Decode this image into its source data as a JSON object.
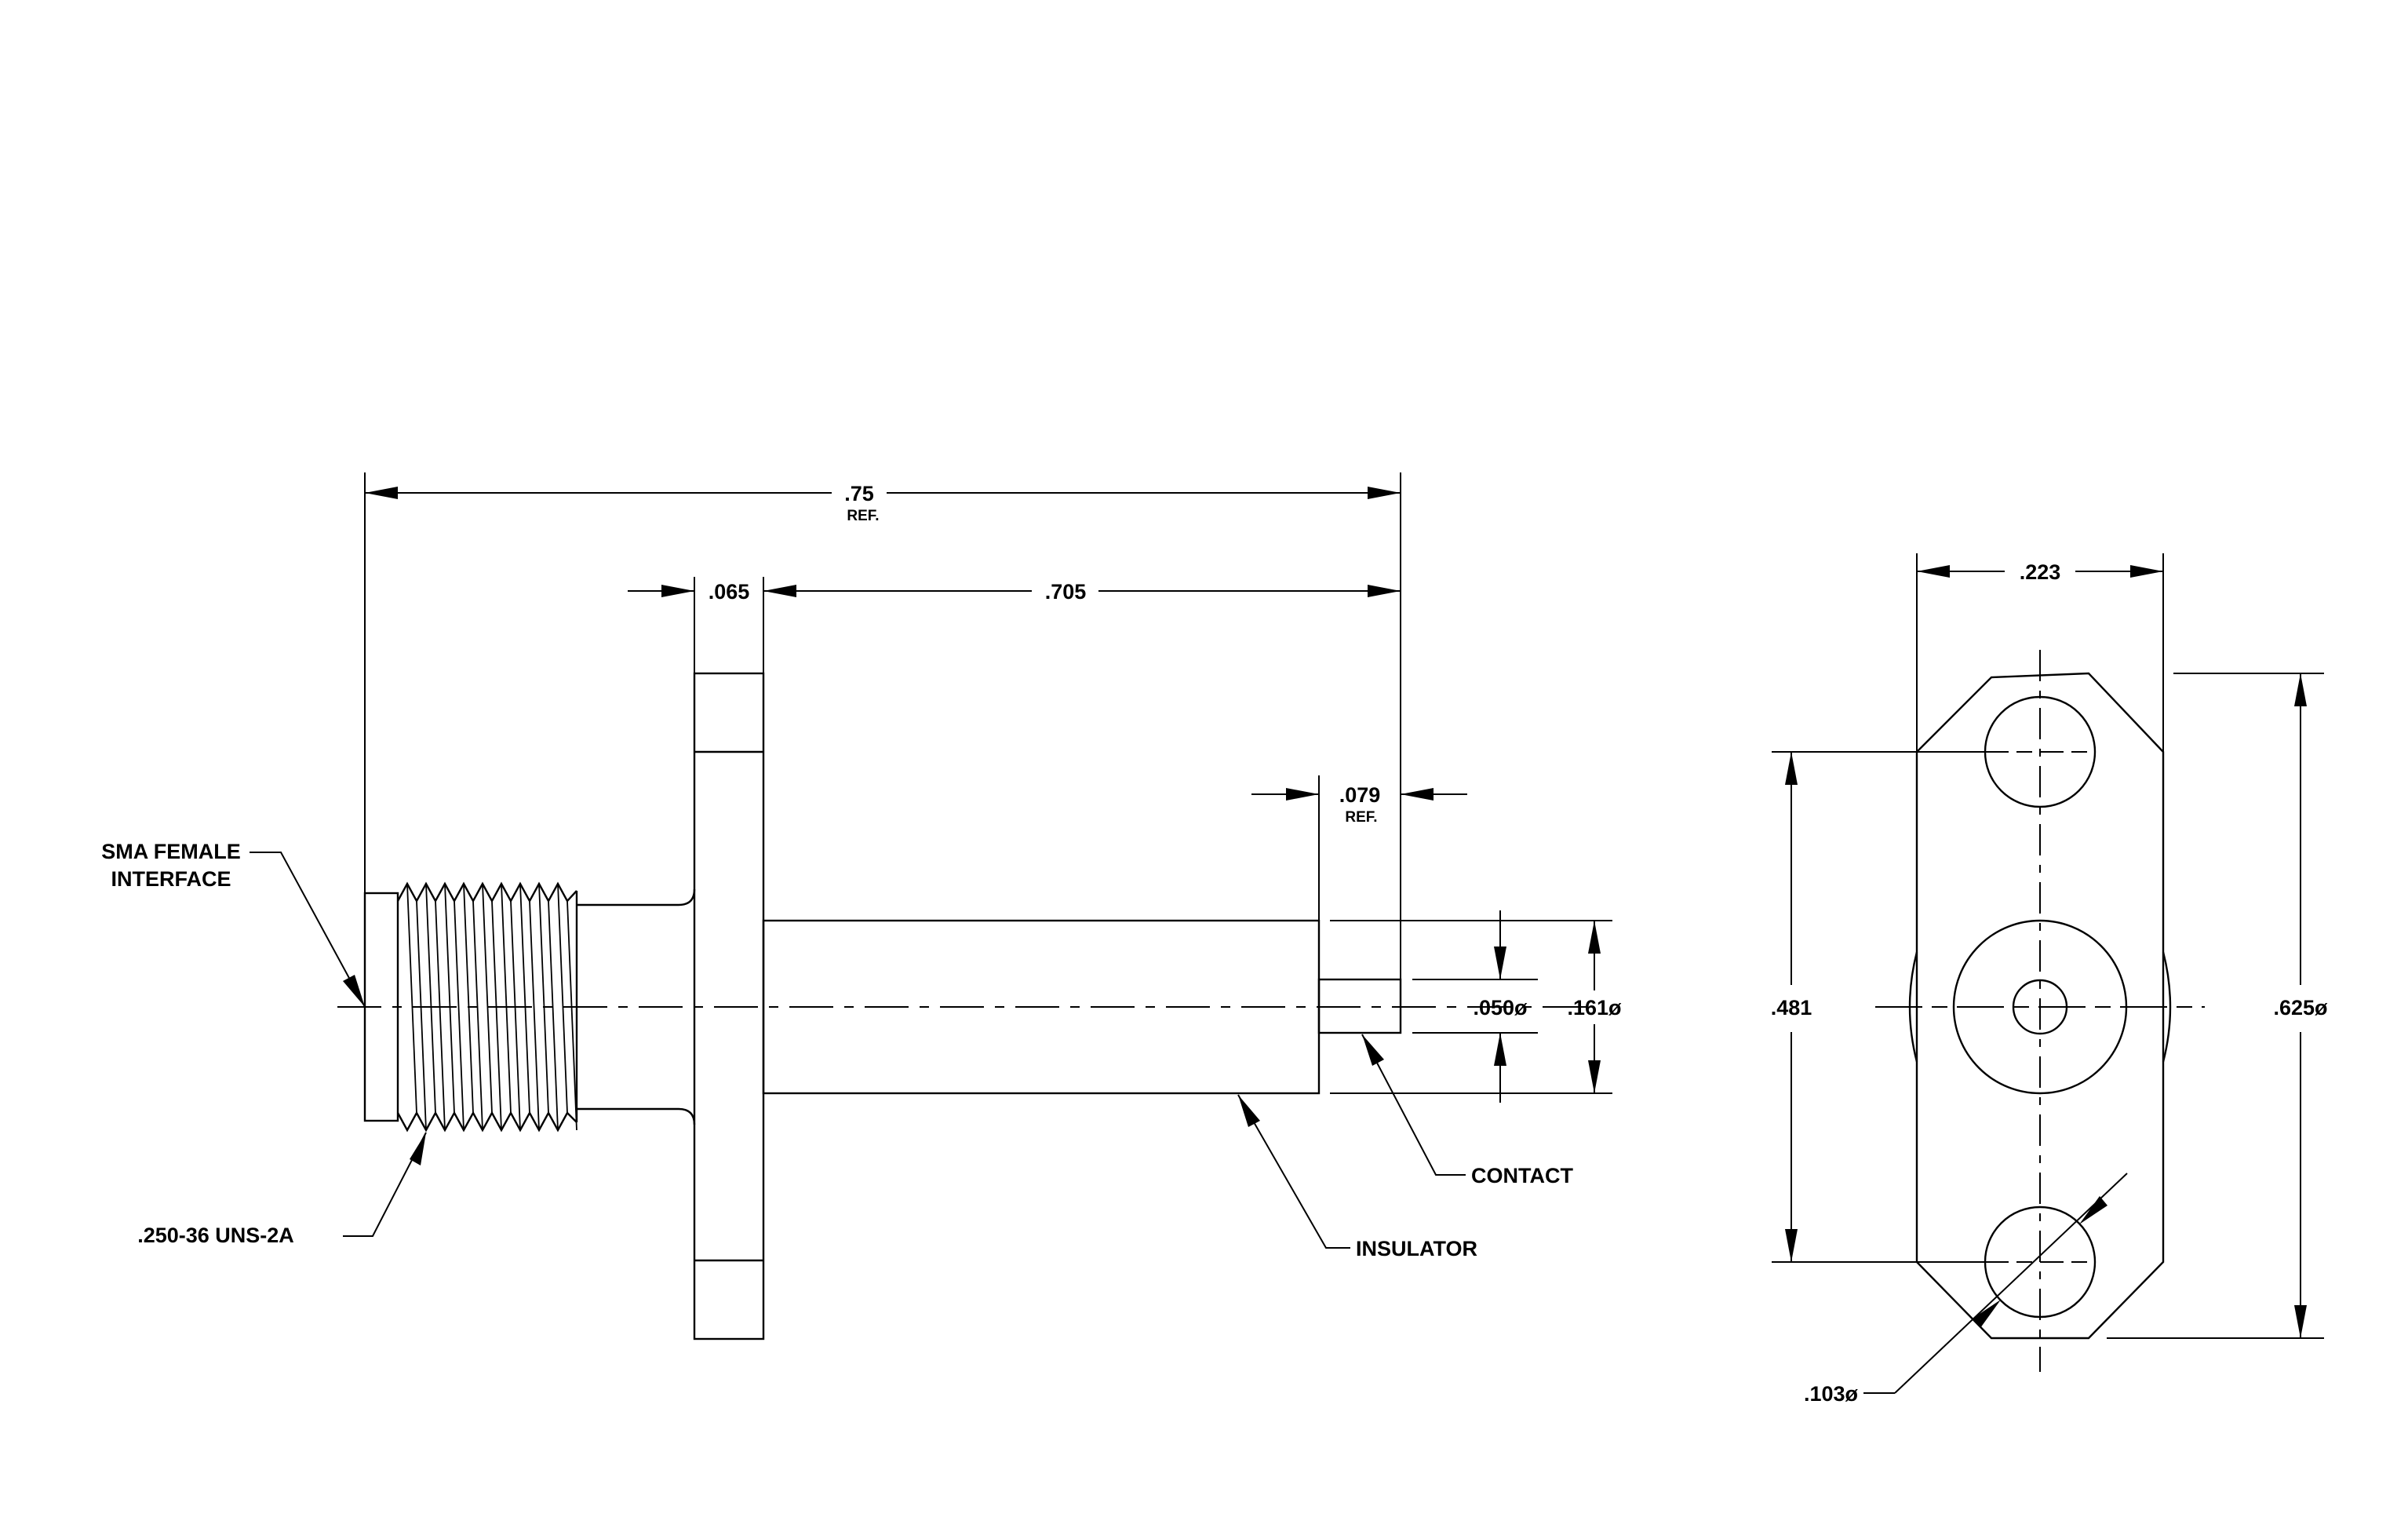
{
  "labels": {
    "overall_length": ".75",
    "ref": "REF.",
    "flange_thickness": ".065",
    "body_length": ".705",
    "contact_length": ".079",
    "contact_dia": ".050ø",
    "insulator_dia": ".161ø",
    "flange_width": ".223",
    "hole_spacing": ".481",
    "flange_height": ".625ø",
    "hole_dia": ".103ø",
    "sma_line1": "SMA  FEMALE",
    "sma_line2": "INTERFACE",
    "thread": ".250-36  UNS-2A",
    "contact": "CONTACT",
    "insulator": "INSULATOR"
  }
}
